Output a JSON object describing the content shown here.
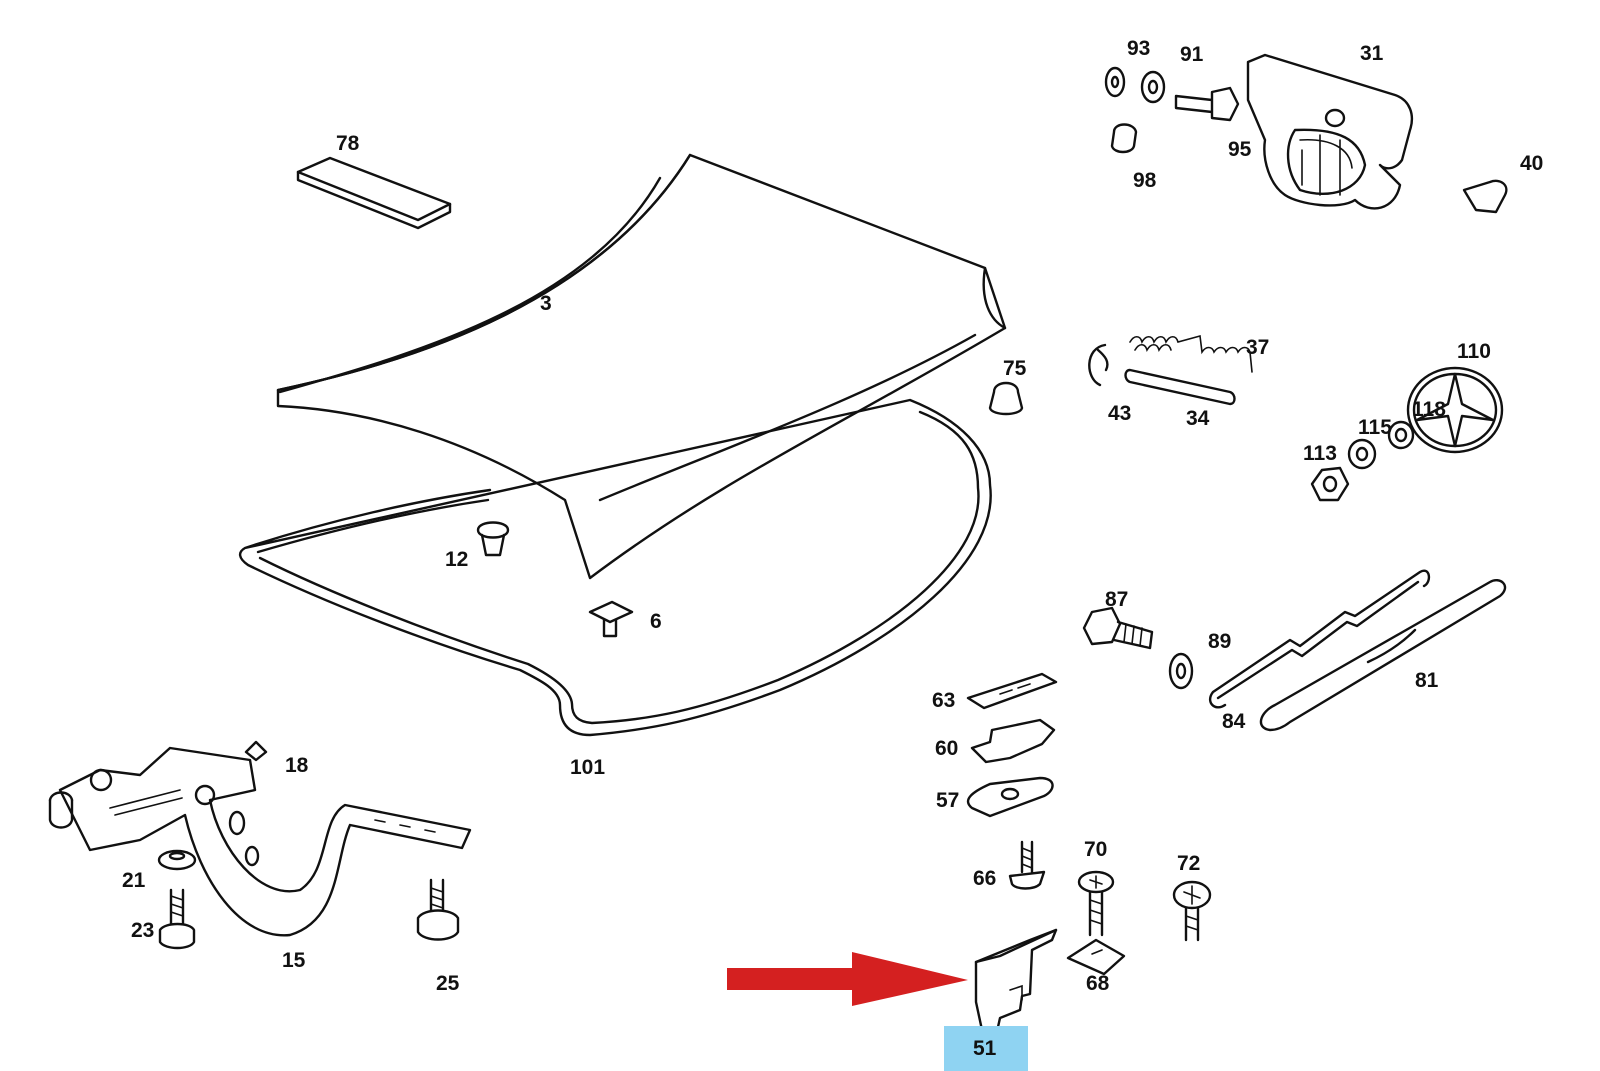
{
  "parts": [
    {
      "id": "p78",
      "label": "78"
    },
    {
      "id": "p3",
      "label": "3"
    },
    {
      "id": "p12",
      "label": "12"
    },
    {
      "id": "p6",
      "label": "6"
    },
    {
      "id": "p101",
      "label": "101"
    },
    {
      "id": "p75",
      "label": "75"
    },
    {
      "id": "p18",
      "label": "18"
    },
    {
      "id": "p21",
      "label": "21"
    },
    {
      "id": "p23",
      "label": "23"
    },
    {
      "id": "p15",
      "label": "15"
    },
    {
      "id": "p25",
      "label": "25"
    },
    {
      "id": "p93",
      "label": "93"
    },
    {
      "id": "p91",
      "label": "91"
    },
    {
      "id": "p31",
      "label": "31"
    },
    {
      "id": "p95",
      "label": "95"
    },
    {
      "id": "p98",
      "label": "98"
    },
    {
      "id": "p40",
      "label": "40"
    },
    {
      "id": "p37",
      "label": "37"
    },
    {
      "id": "p43",
      "label": "43"
    },
    {
      "id": "p34",
      "label": "34"
    },
    {
      "id": "p110",
      "label": "110"
    },
    {
      "id": "p115",
      "label": "115"
    },
    {
      "id": "p118",
      "label": "118"
    },
    {
      "id": "p113",
      "label": "113"
    },
    {
      "id": "p87",
      "label": "87"
    },
    {
      "id": "p89",
      "label": "89"
    },
    {
      "id": "p81",
      "label": "81"
    },
    {
      "id": "p84",
      "label": "84"
    },
    {
      "id": "p63",
      "label": "63"
    },
    {
      "id": "p60",
      "label": "60"
    },
    {
      "id": "p57",
      "label": "57"
    },
    {
      "id": "p66",
      "label": "66"
    },
    {
      "id": "p70",
      "label": "70"
    },
    {
      "id": "p72",
      "label": "72"
    },
    {
      "id": "p68",
      "label": "68"
    },
    {
      "id": "p51",
      "label": "51"
    }
  ],
  "highlight": {
    "label_id": "p51",
    "color": "#8fd3f2"
  },
  "arrow": {
    "color": "#d42020",
    "points_to": "p51"
  }
}
